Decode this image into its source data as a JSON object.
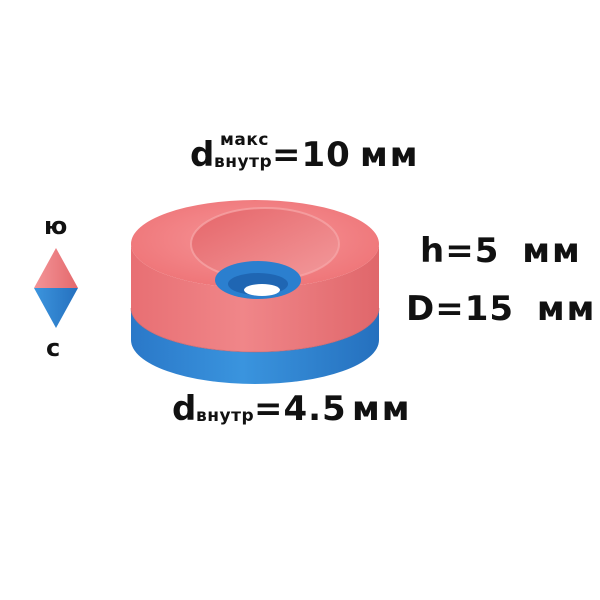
{
  "labels": {
    "d_max": {
      "symbol": "d",
      "superscript": "макс",
      "subscript": "внутр",
      "value": "=10",
      "unit": "мм"
    },
    "height": {
      "text": "h=5",
      "unit": "мм"
    },
    "outer_diameter": {
      "text": "D=15",
      "unit": "мм"
    },
    "d_inner": {
      "symbol": "d",
      "subscript": "внутр",
      "value": "=4.5",
      "unit": "мм"
    }
  },
  "poles": {
    "north": "ю",
    "south": "с"
  },
  "colors": {
    "red_pole": "#ef7b7e",
    "blue_pole": "#2f86d4",
    "text": "#111111"
  }
}
